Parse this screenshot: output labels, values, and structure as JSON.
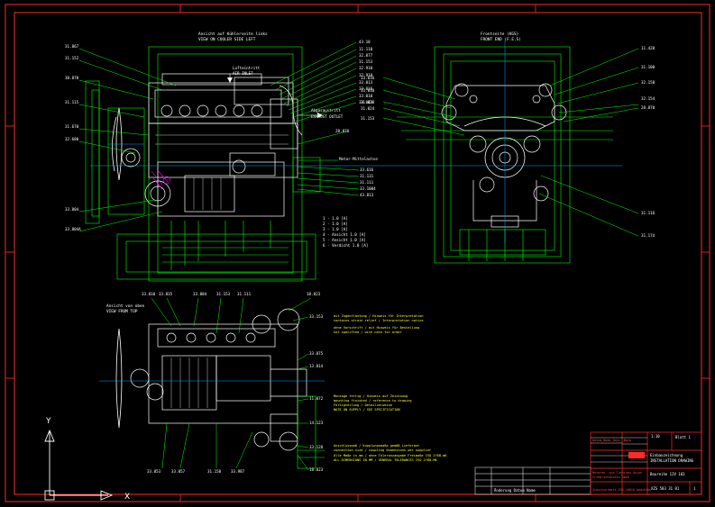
{
  "views": {
    "side": {
      "title": "Ansicht auf Kühlerseite links",
      "subtitle": "VIEW ON COOLER SIDE LEFT"
    },
    "front": {
      "title": "Frontseite (KGS)",
      "subtitle": "FRONT END (F.E.S)"
    },
    "top": {
      "title": "Ansicht von oben",
      "subtitle": "VIEW FROM TOP"
    }
  },
  "callouts": {
    "air_inlet": {
      "line1": "Lufteintritt",
      "line2": "AIR INLET"
    },
    "exhaust": {
      "line1": "Abgasaustritt",
      "line2": "EXHAUST OUTLET"
    }
  },
  "side_labels_left": [
    "31.867",
    "31.152",
    "30.870",
    "31.115",
    "31.670",
    "32.680",
    "33.804",
    "33.804A"
  ],
  "side_labels_right": [
    "43.10",
    "11.110",
    "32.877",
    "31.153",
    "32.910",
    "32.910",
    "33.013",
    "33.016",
    "33.010",
    "33.043",
    "28.870"
  ],
  "side_labels_lower_right": [
    "33.616",
    "31.131",
    "31.111",
    "33.1004",
    "43.813"
  ],
  "side_legend": [
    "1 - 1.0 [A]",
    "2 - 1.0 [A]",
    "3 - 1.0 [A]",
    "4 - Ansicht 1.0 [A]",
    "5 - Ansicht 1.0 [A]",
    "6 - Verdicht 1.0 [A]"
  ],
  "front_labels_left": [
    "33.016",
    "33.010",
    "31.020",
    "31.024",
    "31.153"
  ],
  "front_labels_right": [
    "11.428",
    "31.100",
    "32.158",
    "32.154",
    "28.870",
    "31.116",
    "31.174"
  ],
  "front_mid_label": "Motor-Mittelachse",
  "top_labels_top": [
    "33.810",
    "33.835",
    "33.884",
    "31.153",
    "31.111",
    "18.823"
  ],
  "top_labels_right": [
    "33.153",
    "33.875",
    "13.814",
    "11.872",
    "14.123",
    "33.128",
    "18.823"
  ],
  "top_labels_bottom": [
    "33.053",
    "33.857",
    "31.158",
    "33.987"
  ],
  "top_notes_upper": [
    "mit Zugentlastung / Hinweis für Interpretation",
    "contains strain relief / Interpretation notice",
    "ohne Vorschrift / mit Hinweis für Bestellung",
    "not specified / with note for order"
  ],
  "top_notes_mid": [
    "Montage fertig / Hinweis auf Zeichnung",
    "mounting finished / reference to drawing",
    "Fertigteilung / Detailverweise",
    "NOTE ON SUPPLY / SEE SPECIFICATION"
  ],
  "top_notes_lower": [
    "Anschlussmaß / Kupplungsmaße gemäß Lieferant",
    "connection size / coupling dimensions per supplier",
    "Alle Maße in mm / ohne Toleranzangabe Freimaße ISO 2768-mK",
    "ALL DIMENSIONS IN MM / GENERAL TOLERANCES ISO 2768-MK"
  ],
  "title_block": {
    "scale_label": "1:10",
    "sheet_label": "Blatt 1",
    "approval_text": "Datum Name Gepr. Norm",
    "company_row1": "Motoren- und Turbinen-Union",
    "company_row2": "Friedrichshafen GmbH",
    "drawing_title": "Einbauzeichnung",
    "drawing_subtitle": "INSTALLATION DRAWING",
    "engine_label": "Baureihe 12V 183",
    "drawing_number": "XZS 503 31 01",
    "sheet_number": "1",
    "revision_table_header": "Änderung Datum Name",
    "bottom_note": "Schutzvermerk ISO 16016 beachten"
  },
  "ucs": {
    "y": "Y",
    "x": "X"
  },
  "colors": {
    "background": "#000000",
    "frame": "#ff2a2a",
    "dimension": "#00ff00",
    "geometry": "#ffffff",
    "notes": "#ffff33",
    "centerline": "#00aaff",
    "hatch": "#ff00ff"
  }
}
